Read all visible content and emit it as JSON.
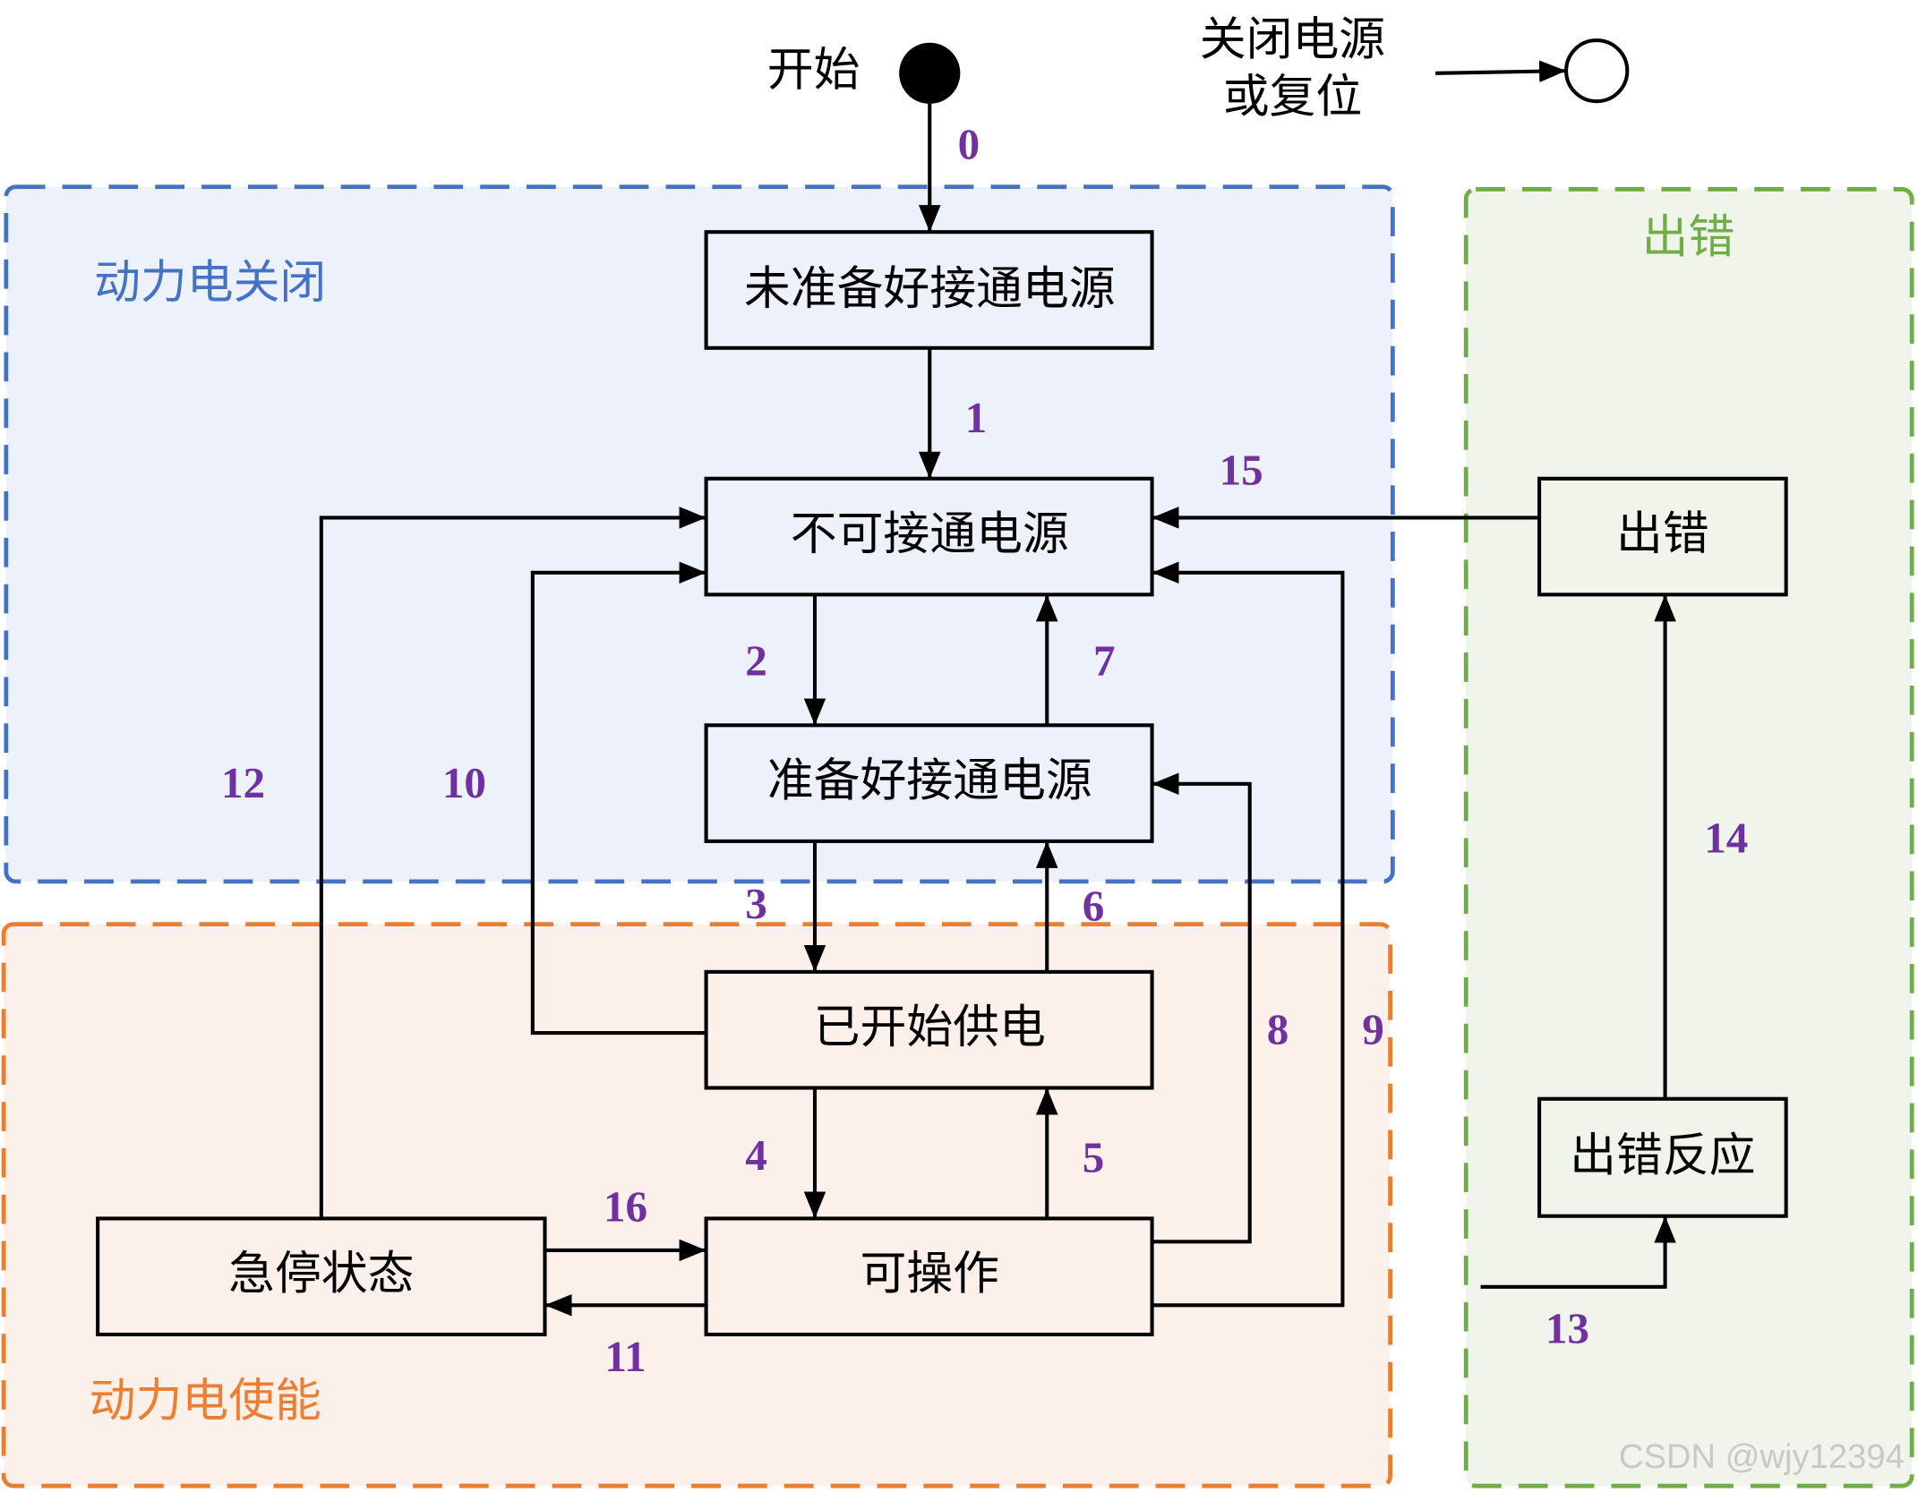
{
  "start": {
    "label": "开始"
  },
  "end": {
    "label_line1": "关闭电源",
    "label_line2": "或复位"
  },
  "groups": {
    "power_off": {
      "label": "动力电关闭",
      "color": "#4472c4",
      "fill": "#edf1fa"
    },
    "power_on": {
      "label": "动力电使能",
      "color": "#ed7d31",
      "fill": "#fcf0ea"
    },
    "fault": {
      "label": "出错",
      "color": "#70ad47",
      "fill": "#eff5ea"
    }
  },
  "states": {
    "not_ready": "未准备好接通电源",
    "switch_on_disabled": "不可接通电源",
    "ready_to_switch_on": "准备好接通电源",
    "switched_on": "已开始供电",
    "operation_enabled": "可操作",
    "quick_stop": "急停状态",
    "fault": "出错",
    "fault_reaction": "出错反应"
  },
  "transitions": [
    "0",
    "1",
    "2",
    "3",
    "4",
    "5",
    "6",
    "7",
    "8",
    "9",
    "10",
    "11",
    "12",
    "13",
    "14",
    "15",
    "16"
  ],
  "colors": {
    "transition_label": "#7030a0",
    "line": "#000000"
  },
  "watermark": "CSDN @wjy12394"
}
